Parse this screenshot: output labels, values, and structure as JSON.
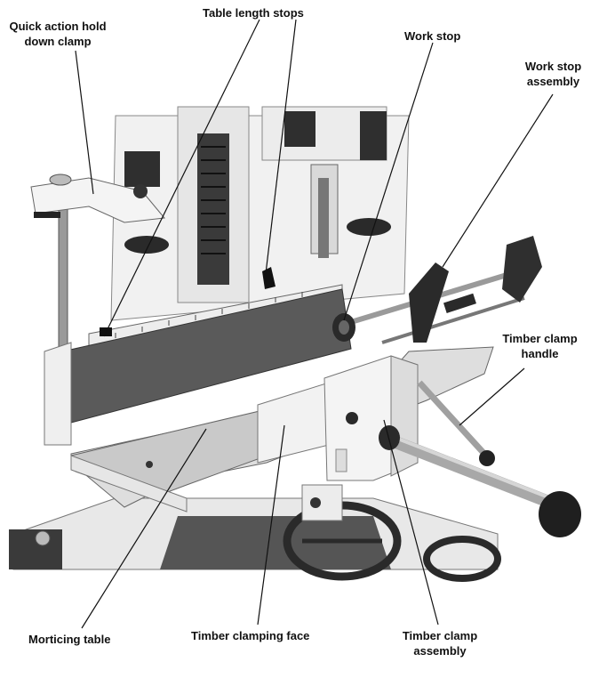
{
  "labels": {
    "quick_action_line1": "Quick action hold",
    "quick_action_line2": "down clamp",
    "table_length_stops": "Table length stops",
    "work_stop": "Work stop",
    "work_stop_assembly_line1": "Work stop",
    "work_stop_assembly_line2": "assembly",
    "timber_clamp_handle_line1": "Timber clamp",
    "timber_clamp_handle_line2": "handle",
    "morticing_table": "Morticing table",
    "timber_clamping_face": "Timber clamping face",
    "timber_clamp_assembly_line1": "Timber clamp",
    "timber_clamp_assembly_line2": "assembly"
  },
  "colors": {
    "machine_white": "#f1f1f1",
    "machine_shadow": "#c8c8c8",
    "dark_metal": "#2a2a2a",
    "wood_table": "#c9c9c9",
    "leader_line": "#111111"
  }
}
